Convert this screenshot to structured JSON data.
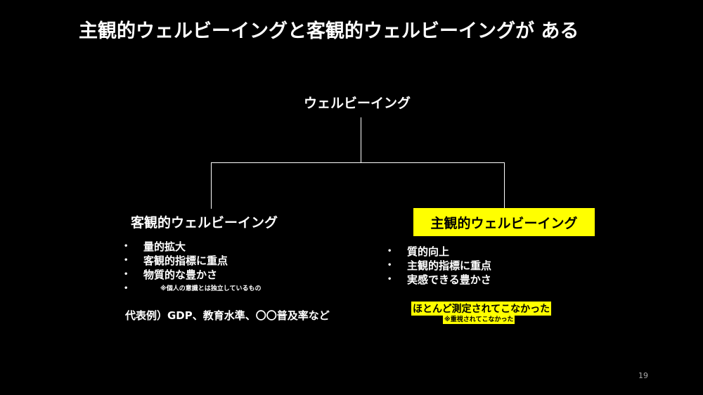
{
  "slide": {
    "title": "主観的ウェルビーイングと客観的ウェルビーイングが ある",
    "root": "ウェルビーイング",
    "objective": {
      "label": "客観的ウェルビーイング",
      "bullets": [
        "量的拡大",
        "客観的指標に重点",
        "物質的な豊かさ",
        "※個人の意識とは独立しているもの"
      ],
      "example": "代表例）GDP、教育水準、〇〇普及率など"
    },
    "subjective": {
      "label": "主観的ウェルビーイング",
      "bullets": [
        "質的向上",
        "主観的指標に重点",
        "実感できる豊かさ"
      ],
      "highlight": "ほとんど測定されてこなかった",
      "highlight_note": "※重視されてこなかった"
    },
    "page_number": "19",
    "colors": {
      "background": "#000000",
      "highlight": "#ffff00",
      "text": "#ffffff"
    }
  }
}
